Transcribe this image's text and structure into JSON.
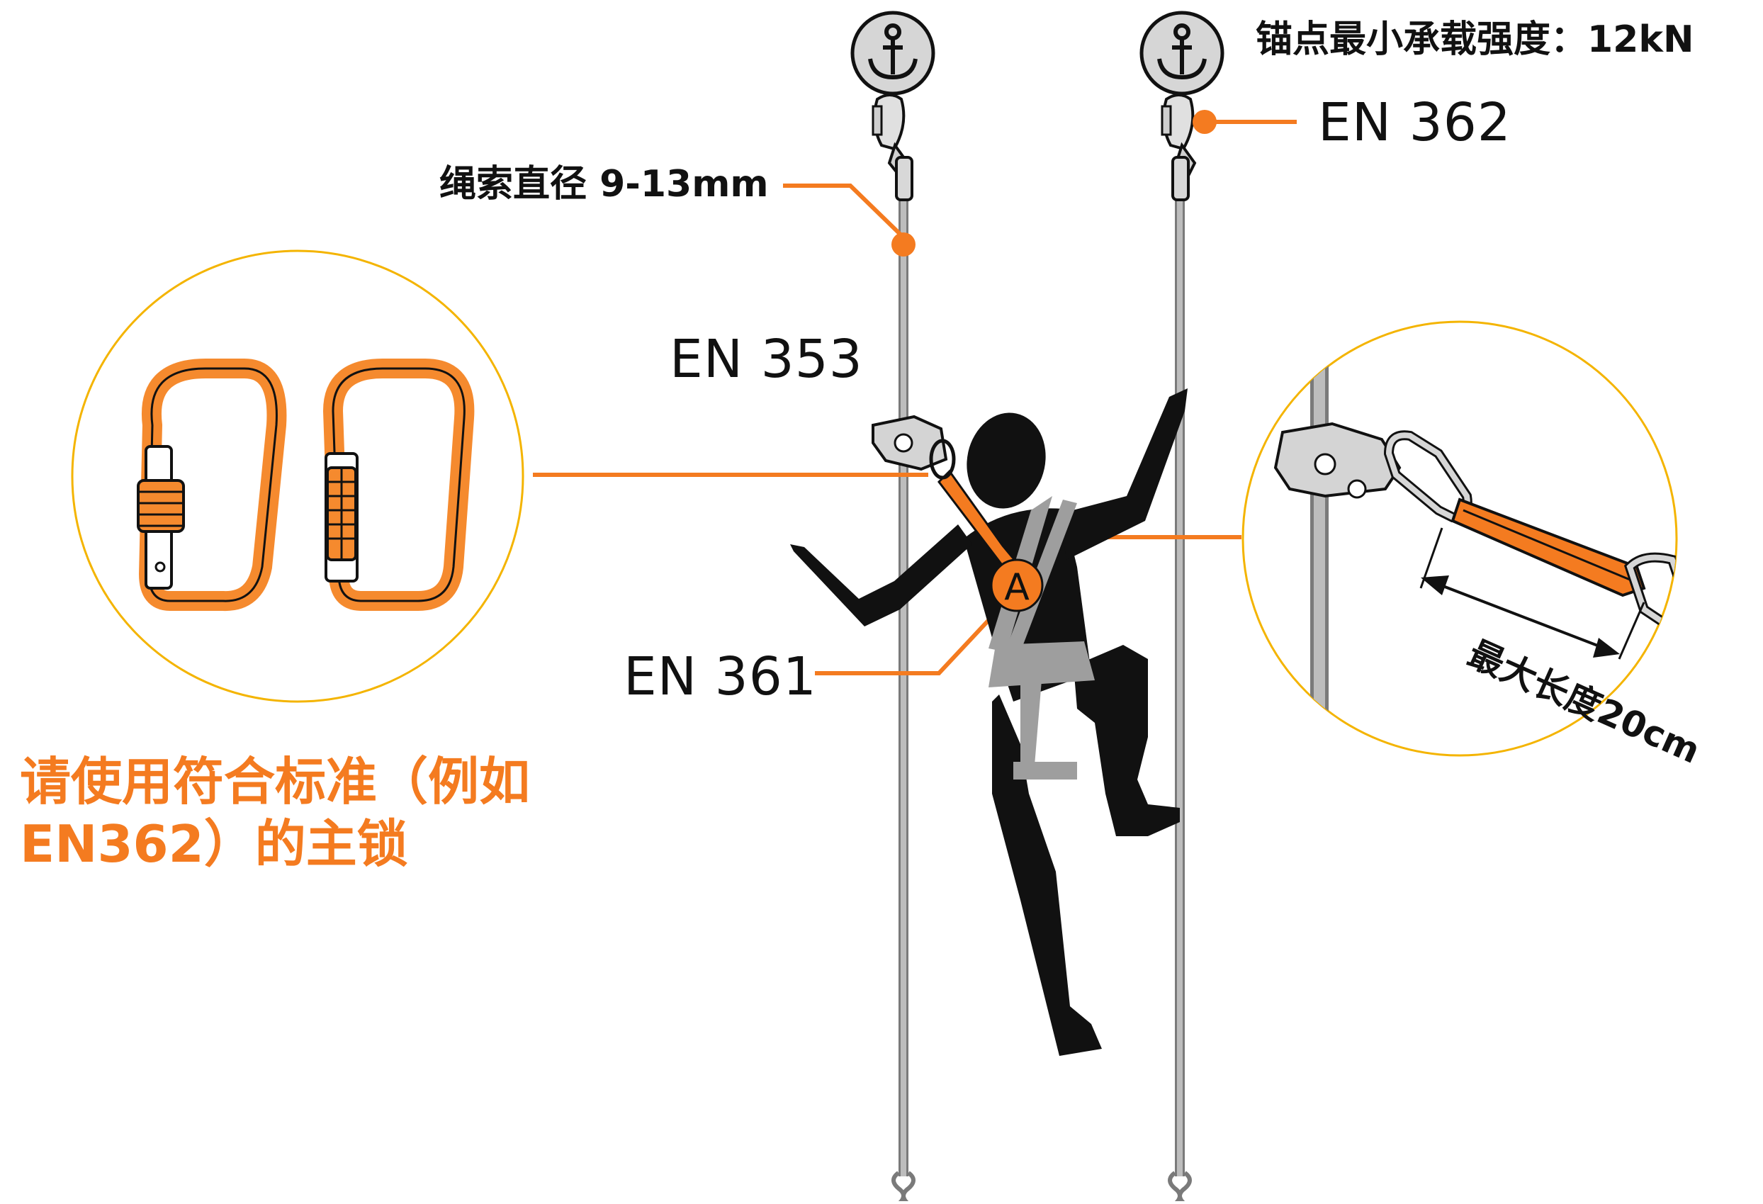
{
  "labels": {
    "anchor_strength": "锚点最小承载强度：12kN",
    "en362": "EN 362",
    "rope_diameter": "绳索直径 9-13mm",
    "en353": "EN 353",
    "en361": "EN 361",
    "harness_point": "A",
    "max_length": "最大长度20cm",
    "connector_note_line1": "请使用符合标准（例如",
    "connector_note_line2": "EN362）的主锁"
  },
  "icons": {
    "anchor": "anchor-icon",
    "carabiner": "carabiner-icon",
    "fall_arrester": "fall-arrester-icon",
    "climber": "climber-figure-icon"
  },
  "colors": {
    "accent": "#F47B20",
    "callout_circle": "#F4B400",
    "figure": "#111111",
    "harness": "#9E9E9E",
    "rope": "#8F8F8F"
  }
}
